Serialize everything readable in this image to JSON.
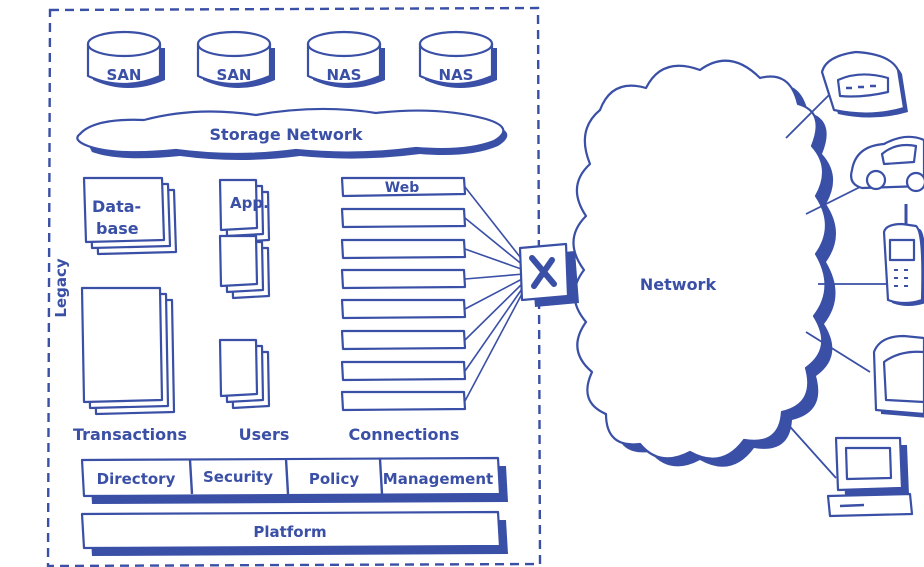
{
  "diagram": {
    "storage": [
      "SAN",
      "SAN",
      "NAS",
      "NAS"
    ],
    "storage_network": "Storage Network",
    "legacy": "Legacy",
    "database_line1": "Data-",
    "database_line2": "base",
    "app": "App.",
    "web": "Web",
    "columns": {
      "transactions": "Transactions",
      "users": "Users",
      "connections": "Connections"
    },
    "services": [
      "Directory",
      "Security",
      "Policy",
      "Management"
    ],
    "platform": "Platform",
    "network": "Network",
    "devices": [
      "phone-icon",
      "car-icon",
      "mobile-phone-icon",
      "tablet-icon",
      "computer-icon"
    ],
    "colors": {
      "ink": "#3a4fa6",
      "background": "#ffffff"
    }
  }
}
